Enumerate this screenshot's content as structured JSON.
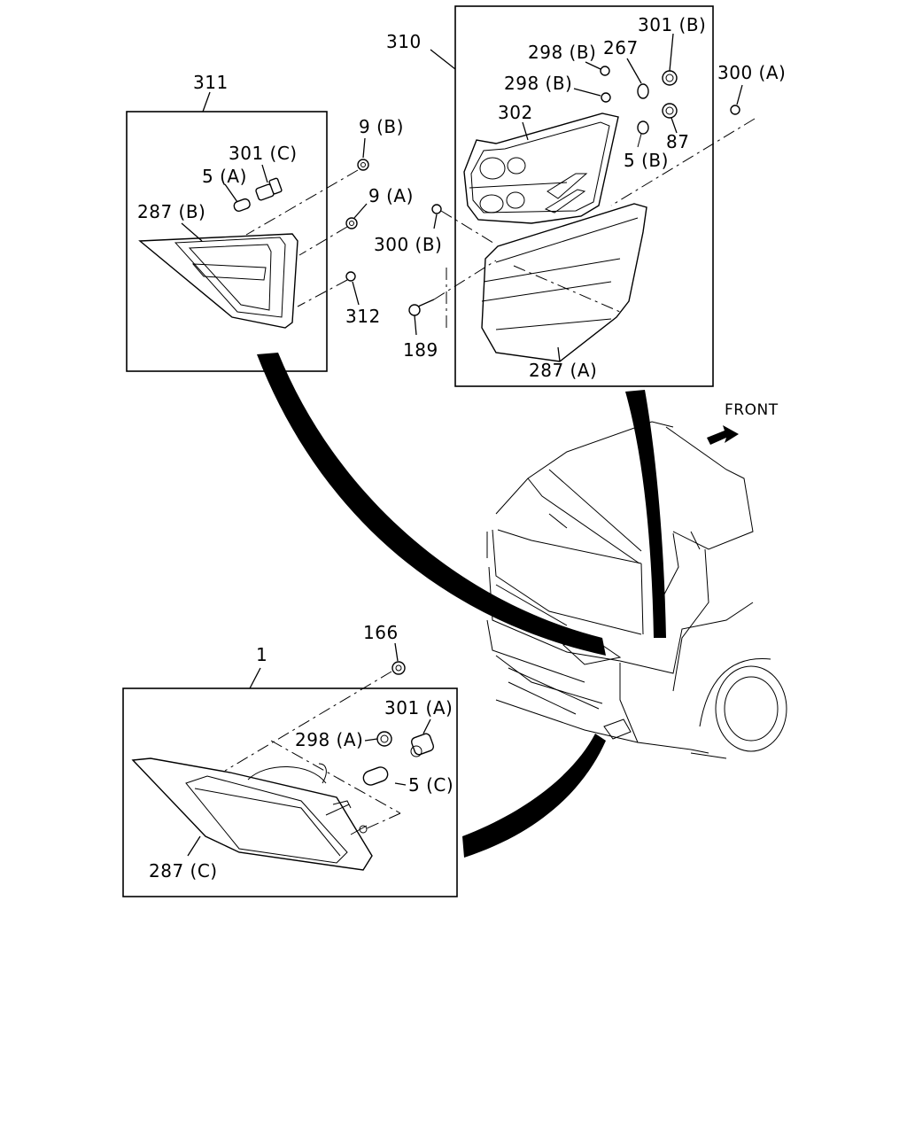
{
  "labels": {
    "l311": "311",
    "l310": "310",
    "l1": "1",
    "l9b": "9 (B)",
    "l301c": "301 (C)",
    "l5a": "5 (A)",
    "l287b": "287 (B)",
    "l9a": "9 (A)",
    "l312": "312",
    "l298b_1": "298 (B)",
    "l267": "267",
    "l301b": "301 (B)",
    "l298b_2": "298 (B)",
    "l300a": "300 (A)",
    "l302": "302",
    "l87": "87",
    "l5b": "5 (B)",
    "l300b": "300 (B)",
    "l189": "189",
    "l287a": "287 (A)",
    "front": "FRONT",
    "l166": "166",
    "l301a": "301 (A)",
    "l298a": "298 (A)",
    "l5c": "5 (C)",
    "l287c": "287 (C)"
  }
}
